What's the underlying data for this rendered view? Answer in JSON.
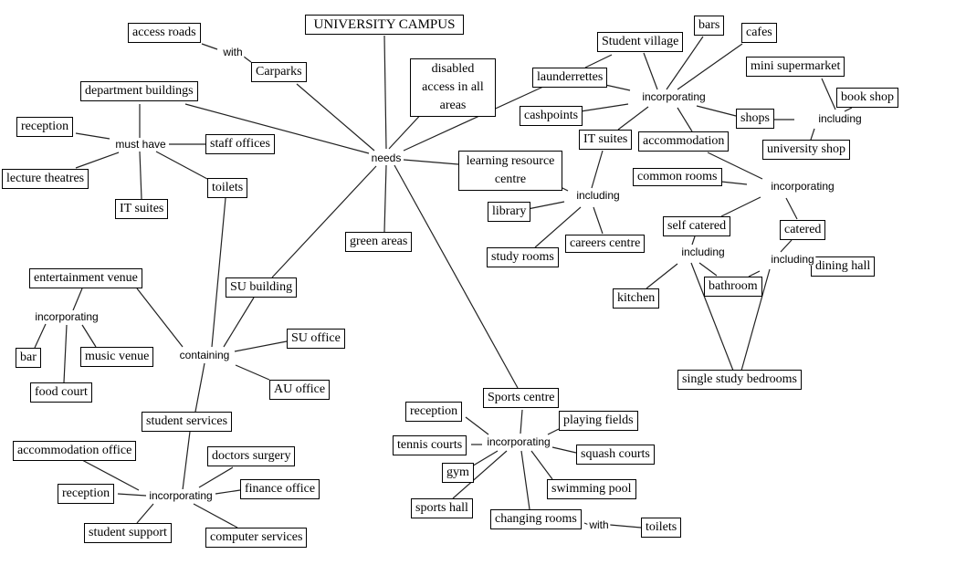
{
  "concepts": {
    "campus": "UNIVERSITY CAMPUS",
    "access_roads": "access roads",
    "carparks": "Carparks",
    "disabled_access": "disabled access in all areas",
    "department_buildings": "department buildings",
    "dept_reception": "reception",
    "staff_offices": "staff offices",
    "lecture_theatres": "lecture theatres",
    "dept_toilets": "toilets",
    "dept_it_suites": "IT suites",
    "green_areas": "green areas",
    "su_building": "SU building",
    "entertainment_venue": "entertainment venue",
    "bar": "bar",
    "music_venue": "music venue",
    "food_court": "food court",
    "su_office": "SU office",
    "au_office": "AU office",
    "student_services": "student services",
    "accommodation_office": "accommodation office",
    "doctors_surgery": "doctors surgery",
    "ss_reception": "reception",
    "finance_office": "finance office",
    "student_support": "student support",
    "computer_services": "computer services",
    "student_village": "Student village",
    "bars": "bars",
    "cafes": "cafes",
    "launderrettes": "launderrettes",
    "cashpoints": "cashpoints",
    "village_it_suites": "IT suites",
    "accommodation": "accommodation",
    "mini_supermarket": "mini supermarket",
    "book_shop": "book shop",
    "shops": "shops",
    "university_shop": "university shop",
    "learning_resource_centre": "learning resource centre",
    "common_rooms": "common rooms",
    "self_catered": "self catered",
    "catered": "catered",
    "library": "library",
    "careers_centre": "careers centre",
    "study_rooms": "study rooms",
    "kitchen": "kitchen",
    "bathroom": "bathroom",
    "dining_hall": "dining hall",
    "single_study_bedrooms": "single study bedrooms",
    "sports_centre": "Sports centre",
    "sports_reception": "reception",
    "playing_fields": "playing fields",
    "tennis_courts": "tennis courts",
    "squash_courts": "squash courts",
    "gym": "gym",
    "swimming_pool": "swimming pool",
    "sports_hall": "sports hall",
    "changing_rooms": "changing rooms",
    "sports_toilets": "toilets"
  },
  "links": {
    "with_carparks": "with",
    "needs": "needs",
    "must_have": "must have",
    "village_incorporating": "incorporating",
    "shops_including": "including",
    "lrc_including": "including",
    "accommodation_incorporating": "incorporating",
    "self_catered_including": "including",
    "catered_including": "including",
    "entertainment_incorporating": "incorporating",
    "containing": "containing",
    "services_incorporating": "incorporating",
    "sports_incorporating": "incorporating",
    "with_toilets": "with"
  }
}
